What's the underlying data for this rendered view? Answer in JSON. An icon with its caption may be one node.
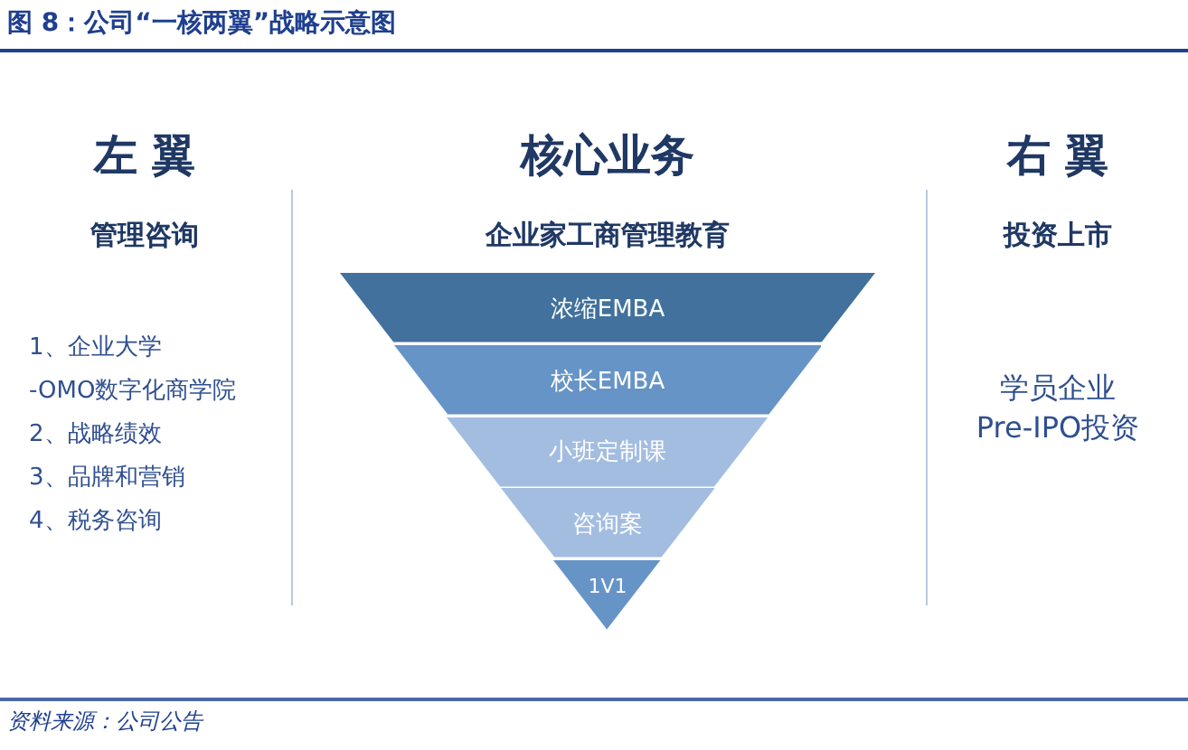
{
  "diagram": {
    "title": "图 8：公司“一核两翼”战略示意图",
    "caption": "资料来源：公司公告",
    "nodes": [
      {
        "text": [
          "浓缩EMBA"
        ]
      },
      {
        "text": [
          "校长EMBA"
        ]
      },
      {
        "text": [
          "小班定制课"
        ]
      },
      {
        "text": [
          "咨询案"
        ]
      },
      {
        "text": [
          "1V1"
        ]
      }
    ],
    "labels": [
      "左 翼",
      "核心业务",
      "右 翼",
      "管理咨询",
      "企业家工商管理教育",
      "投资上市",
      "1、企业大学",
      "-OMO数字化商学院",
      "2、战略绩效",
      "3、品牌和营销",
      "4、税务咨询",
      "学员企业",
      "Pre-IPO投资"
    ]
  }
}
